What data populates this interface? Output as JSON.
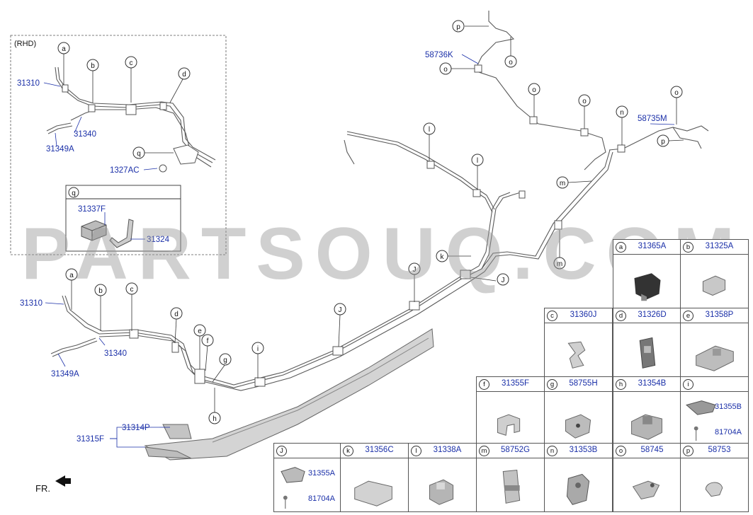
{
  "rhd_label": "(RHD)",
  "fr_label": "FR.",
  "watermark": "PARTSOUQ.COM",
  "callouts": {
    "a": "a",
    "b": "b",
    "c": "c",
    "d": "d",
    "e": "e",
    "f": "f",
    "g": "g",
    "h": "h",
    "i": "i",
    "j": "J",
    "k": "k",
    "l": "l",
    "m": "m",
    "n": "n",
    "o": "o",
    "p": "p",
    "q": "q"
  },
  "part_labels": {
    "p31310_rhd": "31310",
    "p31340_rhd": "31340",
    "p31349A_rhd": "31349A",
    "p1327AC": "1327AC",
    "p31337F": "31337F",
    "p31324": "31324",
    "p31310": "31310",
    "p31340": "31340",
    "p31349A": "31349A",
    "p31314P": "31314P",
    "p31315F": "31315F",
    "p58736K": "58736K",
    "p58735M": "58735M"
  },
  "parts_table": [
    {
      "letter": "a",
      "part": "31365A"
    },
    {
      "letter": "b",
      "part": "31325A"
    },
    {
      "letter": "c",
      "part": "31360J"
    },
    {
      "letter": "d",
      "part": "31326D"
    },
    {
      "letter": "e",
      "part": "31358P"
    },
    {
      "letter": "f",
      "part": "31355F"
    },
    {
      "letter": "g",
      "part": "58755H"
    },
    {
      "letter": "h",
      "part": "31354B"
    },
    {
      "letter": "i",
      "part": "",
      "sub": [
        "31355B",
        "81704A"
      ]
    },
    {
      "letter": "J",
      "part": "",
      "sub": [
        "31355A",
        "81704A"
      ]
    },
    {
      "letter": "k",
      "part": "31356C"
    },
    {
      "letter": "l",
      "part": "31338A"
    },
    {
      "letter": "m",
      "part": "58752G"
    },
    {
      "letter": "n",
      "part": "31353B"
    },
    {
      "letter": "o",
      "part": "58745"
    },
    {
      "letter": "p",
      "part": "58753"
    }
  ]
}
